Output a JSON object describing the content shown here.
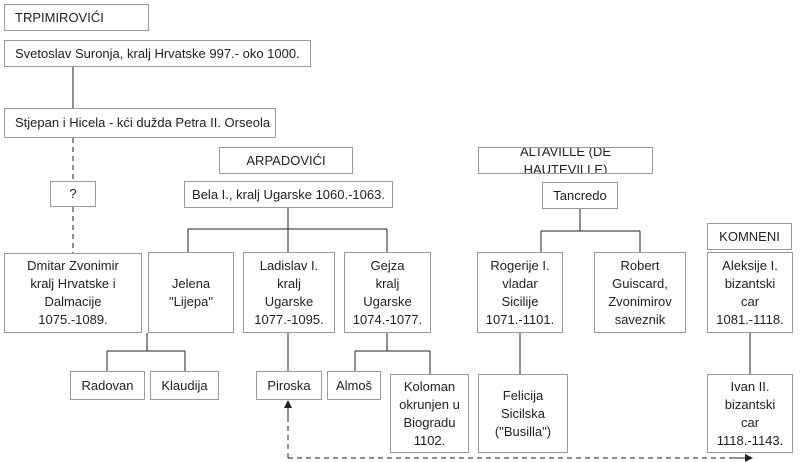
{
  "labels": {
    "trpimirovici": "TRPIMIROVIĆI",
    "arpadovici": "ARPADOVIĆI",
    "altaville": "ALTAVILLE (DE HAUTEVILLE)",
    "komneni": "KOMNENI"
  },
  "people": {
    "svetoslav": "Svetoslav Suronja, kralj Hrvatske 997.- oko 1000.",
    "stjepan": "Stjepan i Hicela - kći dužda Petra II. Orseola",
    "unknown": "?",
    "zvonimir": "Dmitar Zvonimir\nkralj Hrvatske i\nDalmacije\n1075.-1089.",
    "bela": "Bela I., kralj Ugarske 1060.-1063.",
    "jelena": "Jelena\n\"Lijepa\"",
    "ladislav": "Ladislav I.\nkralj\nUgarske\n1077.-1095.",
    "gejza": "Gejza\nkralj\nUgarske\n1074.-1077.",
    "radovan": "Radovan",
    "klaudija": "Klaudija",
    "piroska": "Piroska",
    "almos": "Almoš",
    "koloman": "Koloman\nokrunjen u\nBiogradu\n1102.",
    "tancredo": "Tancredo",
    "rogerije": "Rogerije I.\nvladar\nSicilije\n1071.-1101.",
    "robert": "Robert\nGuiscard,\nZvonimirov\nsaveznik",
    "felicija": "Felicija\nSicilska\n(\"Busilla\")",
    "aleksije": "Aleksije I.\nbizantski\ncar\n1081.-1118.",
    "ivan": "Ivan II.\nbizantski\ncar\n1118.-1143."
  }
}
